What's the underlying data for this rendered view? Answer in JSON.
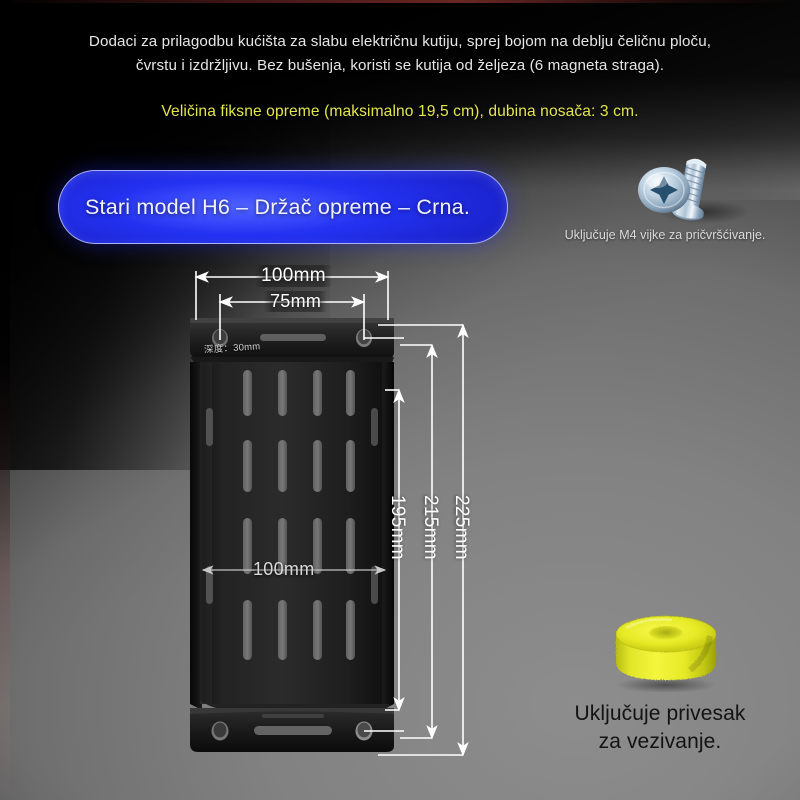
{
  "colors": {
    "headline_text": "#e6e6e6",
    "highlight_yellow": "#e4e64c",
    "banner_blue": "#2331f0",
    "banner_text": "#f0f2ff",
    "dimension_line": "#ffffff",
    "velcro_yellow": "#e8e81f",
    "bracket_black": "#1a1a1a",
    "background_gray": "#808080"
  },
  "header": {
    "line1": "Dodaci za prilagodbu kućišta za slabu električnu kutiju, sprej bojom na deblju čeličnu ploču,",
    "line2": "čvrstu i izdržljivu. Bez bušenja, koristi se kutija od željeza (6 magneta straga).",
    "subtitle": "Veličina fiksne opreme (maksimalno 19,5 cm), dubina nosača: 3 cm."
  },
  "banner": {
    "label": "Stari model H6 – Držač opreme – Crna."
  },
  "screws": {
    "caption": "Uključuje M4 vijke za pričvršćivanje.",
    "icon": "screw-icon"
  },
  "velcro": {
    "caption_line1": "Uključuje privesak",
    "caption_line2": "za vezivanje.",
    "icon": "velcro-roll-icon"
  },
  "product": {
    "name": "bracket-diagram",
    "engraved_label": "深度：30mm"
  },
  "dimensions": {
    "width_outer": "100mm",
    "hole_spacing": "75mm",
    "width_face": "100mm",
    "height_inner": "195mm",
    "height_mid": "215mm",
    "height_outer": "225mm"
  }
}
